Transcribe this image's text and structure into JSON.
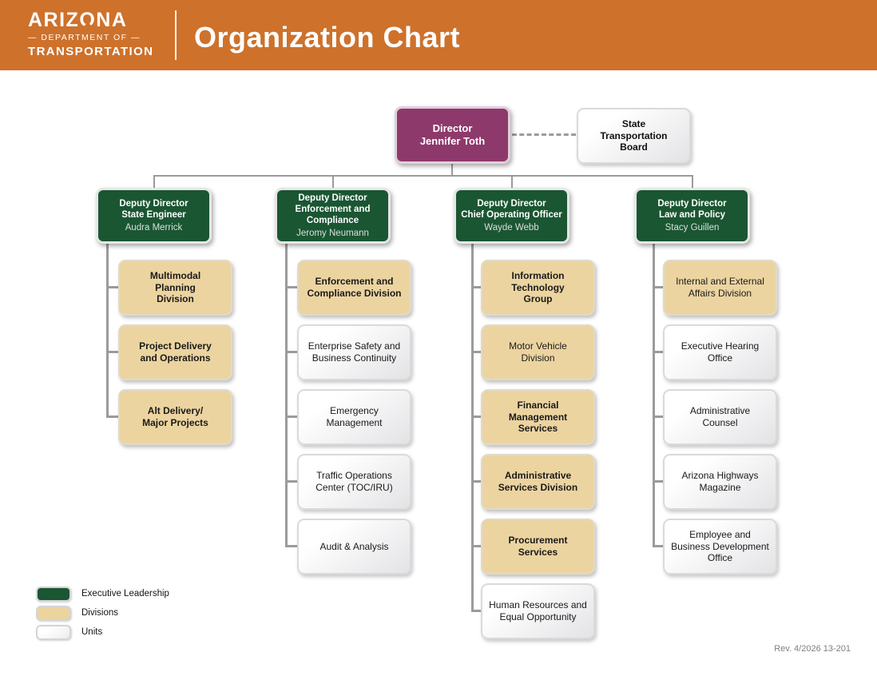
{
  "colors": {
    "orange": "#CE712B",
    "purple": "#8E396B",
    "green": "#1A5632",
    "tan": "#ECD4A0",
    "line": "#9B9B9B"
  },
  "header": {
    "logo_pre": "ARIZ",
    "logo_o": "O",
    "logo_post": "NA",
    "logo_dept": "— DEPARTMENT OF —",
    "logo_transport": "TRANSPORTATION",
    "title": "Organization Chart"
  },
  "director": {
    "title": "Director",
    "name": "Jennifer Toth"
  },
  "board": {
    "label": "State\nTransportation\nBoard"
  },
  "columns": [
    {
      "deputy": {
        "title": "Deputy Director",
        "role": "State Engineer",
        "name": "Audra Merrick"
      },
      "children": [
        {
          "label": "Multimodal\nPlanning\nDivision",
          "type": "division",
          "bold": true
        },
        {
          "label": "Project Delivery\nand Operations",
          "type": "division",
          "bold": true
        },
        {
          "label": "Alt Delivery/\nMajor Projects",
          "type": "division",
          "bold": true
        }
      ]
    },
    {
      "deputy": {
        "title": "Deputy Director",
        "role": "Enforcement and\nCompliance",
        "name": "Jeromy Neumann"
      },
      "children": [
        {
          "label": "Enforcement and\nCompliance Division",
          "type": "division",
          "bold": true
        },
        {
          "label": "Enterprise Safety and\nBusiness Continuity",
          "type": "unit",
          "bold": false
        },
        {
          "label": "Emergency\nManagement",
          "type": "unit",
          "bold": false
        },
        {
          "label": "Traffic Operations\nCenter (TOC/IRU)",
          "type": "unit",
          "bold": false
        },
        {
          "label": "Audit & Analysis",
          "type": "unit",
          "bold": false
        }
      ]
    },
    {
      "deputy": {
        "title": "Deputy Director",
        "role": "Chief Operating Officer",
        "name": "Wayde Webb"
      },
      "children": [
        {
          "label": "Information\nTechnology\nGroup",
          "type": "division",
          "bold": true
        },
        {
          "label": "Motor Vehicle\nDivision",
          "type": "division",
          "bold": false
        },
        {
          "label": "Financial\nManagement\nServices",
          "type": "division",
          "bold": true
        },
        {
          "label": "Administrative\nServices Division",
          "type": "division",
          "bold": true
        },
        {
          "label": "Procurement\nServices",
          "type": "division",
          "bold": true
        },
        {
          "label": "Human Resources and\nEqual Opportunity",
          "type": "unit",
          "bold": false
        }
      ]
    },
    {
      "deputy": {
        "title": "Deputy Director",
        "role": "Law and Policy",
        "name": "Stacy Guillen"
      },
      "children": [
        {
          "label": "Internal and External\nAffairs Division",
          "type": "division",
          "bold": false
        },
        {
          "label": "Executive Hearing\nOffice",
          "type": "unit",
          "bold": false
        },
        {
          "label": "Administrative\nCounsel",
          "type": "unit",
          "bold": false
        },
        {
          "label": "Arizona Highways\nMagazine",
          "type": "unit",
          "bold": false
        },
        {
          "label": "Employee and\nBusiness Development\nOffice",
          "type": "unit",
          "bold": false
        }
      ]
    }
  ],
  "legend": [
    {
      "label": "Executive Leadership",
      "type": "executive"
    },
    {
      "label": "Divisions",
      "type": "division"
    },
    {
      "label": "Units",
      "type": "unit"
    }
  ],
  "revision": "Rev. 4/2026 13-201"
}
